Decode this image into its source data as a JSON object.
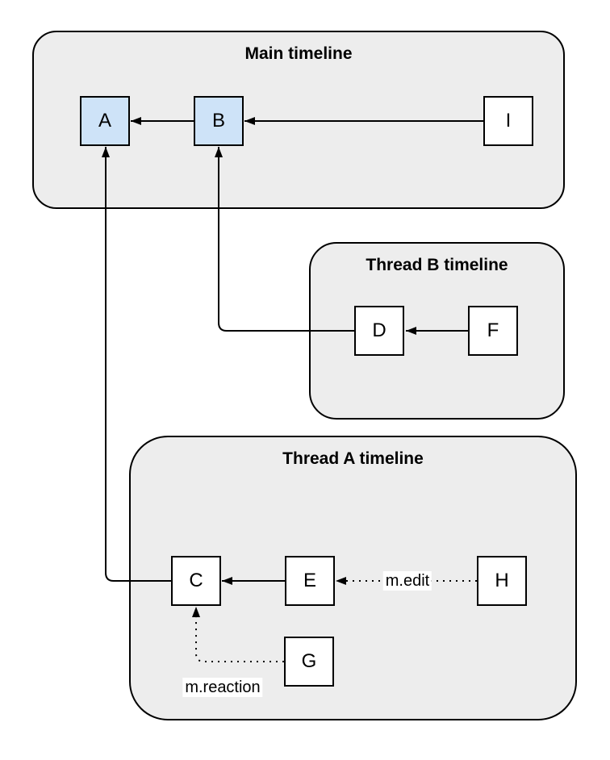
{
  "diagram": {
    "type": "event-dag",
    "colors": {
      "background": "#ffffff",
      "container_fill": "#ededed",
      "container_border": "#000000",
      "node_fill": "#ffffff",
      "node_highlight_fill": "#cee3f8",
      "node_border": "#000000",
      "edge": "#000000",
      "edge_label_bg": "#ffffff",
      "text": "#000000"
    },
    "containers": [
      {
        "id": "main",
        "title": "Main timeline"
      },
      {
        "id": "thread-b",
        "title": "Thread B timeline"
      },
      {
        "id": "thread-a",
        "title": "Thread A timeline"
      }
    ],
    "nodes": [
      {
        "id": "A",
        "label": "A",
        "container": "main",
        "highlighted": true
      },
      {
        "id": "B",
        "label": "B",
        "container": "main",
        "highlighted": true
      },
      {
        "id": "I",
        "label": "I",
        "container": "main",
        "highlighted": false
      },
      {
        "id": "D",
        "label": "D",
        "container": "thread-b",
        "highlighted": false
      },
      {
        "id": "F",
        "label": "F",
        "container": "thread-b",
        "highlighted": false
      },
      {
        "id": "C",
        "label": "C",
        "container": "thread-a",
        "highlighted": false
      },
      {
        "id": "E",
        "label": "E",
        "container": "thread-a",
        "highlighted": false
      },
      {
        "id": "H",
        "label": "H",
        "container": "thread-a",
        "highlighted": false
      },
      {
        "id": "G",
        "label": "G",
        "container": "thread-a",
        "highlighted": false
      }
    ],
    "edges": [
      {
        "from": "B",
        "to": "A",
        "style": "solid",
        "label": ""
      },
      {
        "from": "I",
        "to": "B",
        "style": "solid",
        "label": ""
      },
      {
        "from": "F",
        "to": "D",
        "style": "solid",
        "label": ""
      },
      {
        "from": "D",
        "to": "B",
        "style": "solid",
        "label": ""
      },
      {
        "from": "E",
        "to": "C",
        "style": "solid",
        "label": ""
      },
      {
        "from": "C",
        "to": "A",
        "style": "solid",
        "label": ""
      },
      {
        "from": "H",
        "to": "E",
        "style": "dotted",
        "label": "m.edit"
      },
      {
        "from": "G",
        "to": "C",
        "style": "dotted",
        "label": "m.reaction"
      }
    ]
  }
}
